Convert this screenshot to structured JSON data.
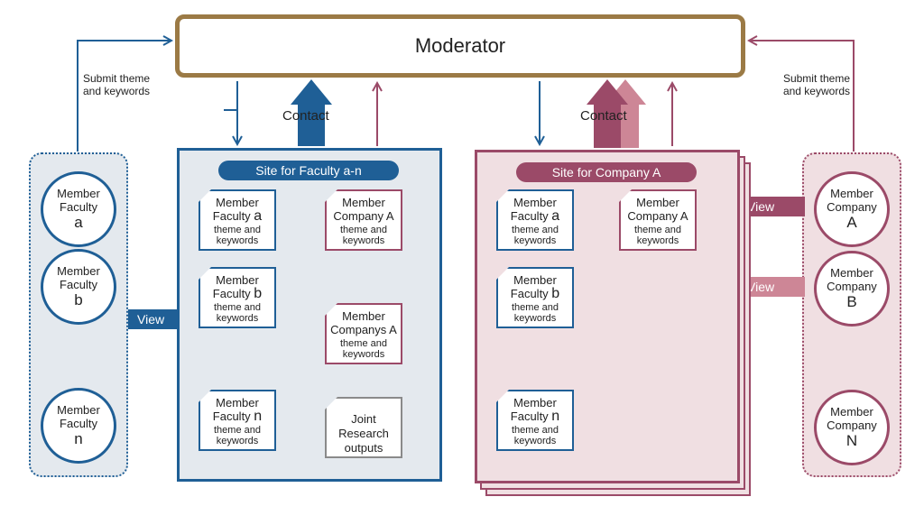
{
  "moderator": {
    "label": "Moderator"
  },
  "submit": {
    "left": [
      "Submit theme",
      "and keywords"
    ],
    "right": [
      "Submit theme",
      "and keywords"
    ]
  },
  "contact": {
    "left": "Contact",
    "right": "Contact"
  },
  "view": {
    "left": "View",
    "company_a": "View",
    "company_b": "View"
  },
  "faculty_rail": {
    "members": [
      {
        "lead": "Member",
        "mid": "Faculty",
        "letter": "a"
      },
      {
        "lead": "Member",
        "mid": "Faculty",
        "letter": "b"
      },
      {
        "lead": "Member",
        "mid": "Faculty",
        "letter": "n"
      }
    ]
  },
  "company_rail": {
    "members": [
      {
        "lead": "Member",
        "mid": "Company",
        "letter": "A"
      },
      {
        "lead": "Member",
        "mid": "Company",
        "letter": "B"
      },
      {
        "lead": "Member",
        "mid": "Company",
        "letter": "N"
      }
    ]
  },
  "site_faculty": {
    "title": "Site for Faculty a-n",
    "faculty_cards": [
      {
        "l1": "Member",
        "word": "Faculty ",
        "letter": "a",
        "l3a": "theme and",
        "l3b": "keywords"
      },
      {
        "l1": "Member",
        "word": "Faculty ",
        "letter": "b",
        "l3a": "theme and",
        "l3b": "keywords"
      },
      {
        "l1": "Member",
        "word": "Faculty ",
        "letter": "n",
        "l3a": "theme and",
        "l3b": "keywords"
      }
    ],
    "company_cards": [
      {
        "l1": "Member",
        "word": "Company A",
        "l3a": "theme and",
        "l3b": "keywords"
      },
      {
        "l1": "Member",
        "word": "Companys A",
        "l3a": "theme and",
        "l3b": "keywords"
      }
    ],
    "joint": {
      "l1": "Joint Research",
      "l2": "outputs"
    }
  },
  "site_company": {
    "title": "Site for Company A",
    "faculty_cards": [
      {
        "l1": "Member",
        "word": "Faculty ",
        "letter": "a",
        "l3a": "theme and",
        "l3b": "keywords"
      },
      {
        "l1": "Member",
        "word": "Faculty ",
        "letter": "b",
        "l3a": "theme and",
        "l3b": "keywords"
      },
      {
        "l1": "Member",
        "word": "Faculty ",
        "letter": "n",
        "l3a": "theme and",
        "l3b": "keywords"
      }
    ],
    "company_card": {
      "l1": "Member",
      "word": "Company A",
      "l3a": "theme and",
      "l3b": "keywords"
    }
  },
  "colors": {
    "blue": "#1f5f96",
    "red": "#9b4a68",
    "pink": "#cd8696",
    "gold": "#9b7a45"
  }
}
